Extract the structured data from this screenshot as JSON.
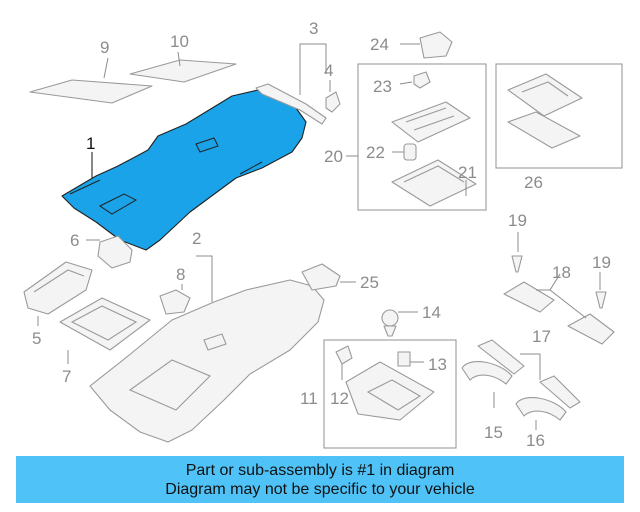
{
  "callouts": {
    "c1": "1",
    "c2": "2",
    "c3": "3",
    "c4": "4",
    "c5": "5",
    "c6": "6",
    "c7": "7",
    "c8": "8",
    "c9": "9",
    "c10": "10",
    "c11": "11",
    "c12": "12",
    "c13": "13",
    "c14": "14",
    "c15": "15",
    "c16": "16",
    "c17": "17",
    "c18": "18",
    "c19a": "19",
    "c19b": "19",
    "c20": "20",
    "c21": "21",
    "c22": "22",
    "c23": "23",
    "c24": "24",
    "c25": "25",
    "c26": "26"
  },
  "colors": {
    "highlight": "#1aa3e8",
    "banner": "#4fc3f7",
    "line": "#9a9a9a"
  },
  "banner": {
    "line1": "Part or sub-assembly is #1 in diagram",
    "line2": "Diagram may not be specific to your vehicle"
  }
}
